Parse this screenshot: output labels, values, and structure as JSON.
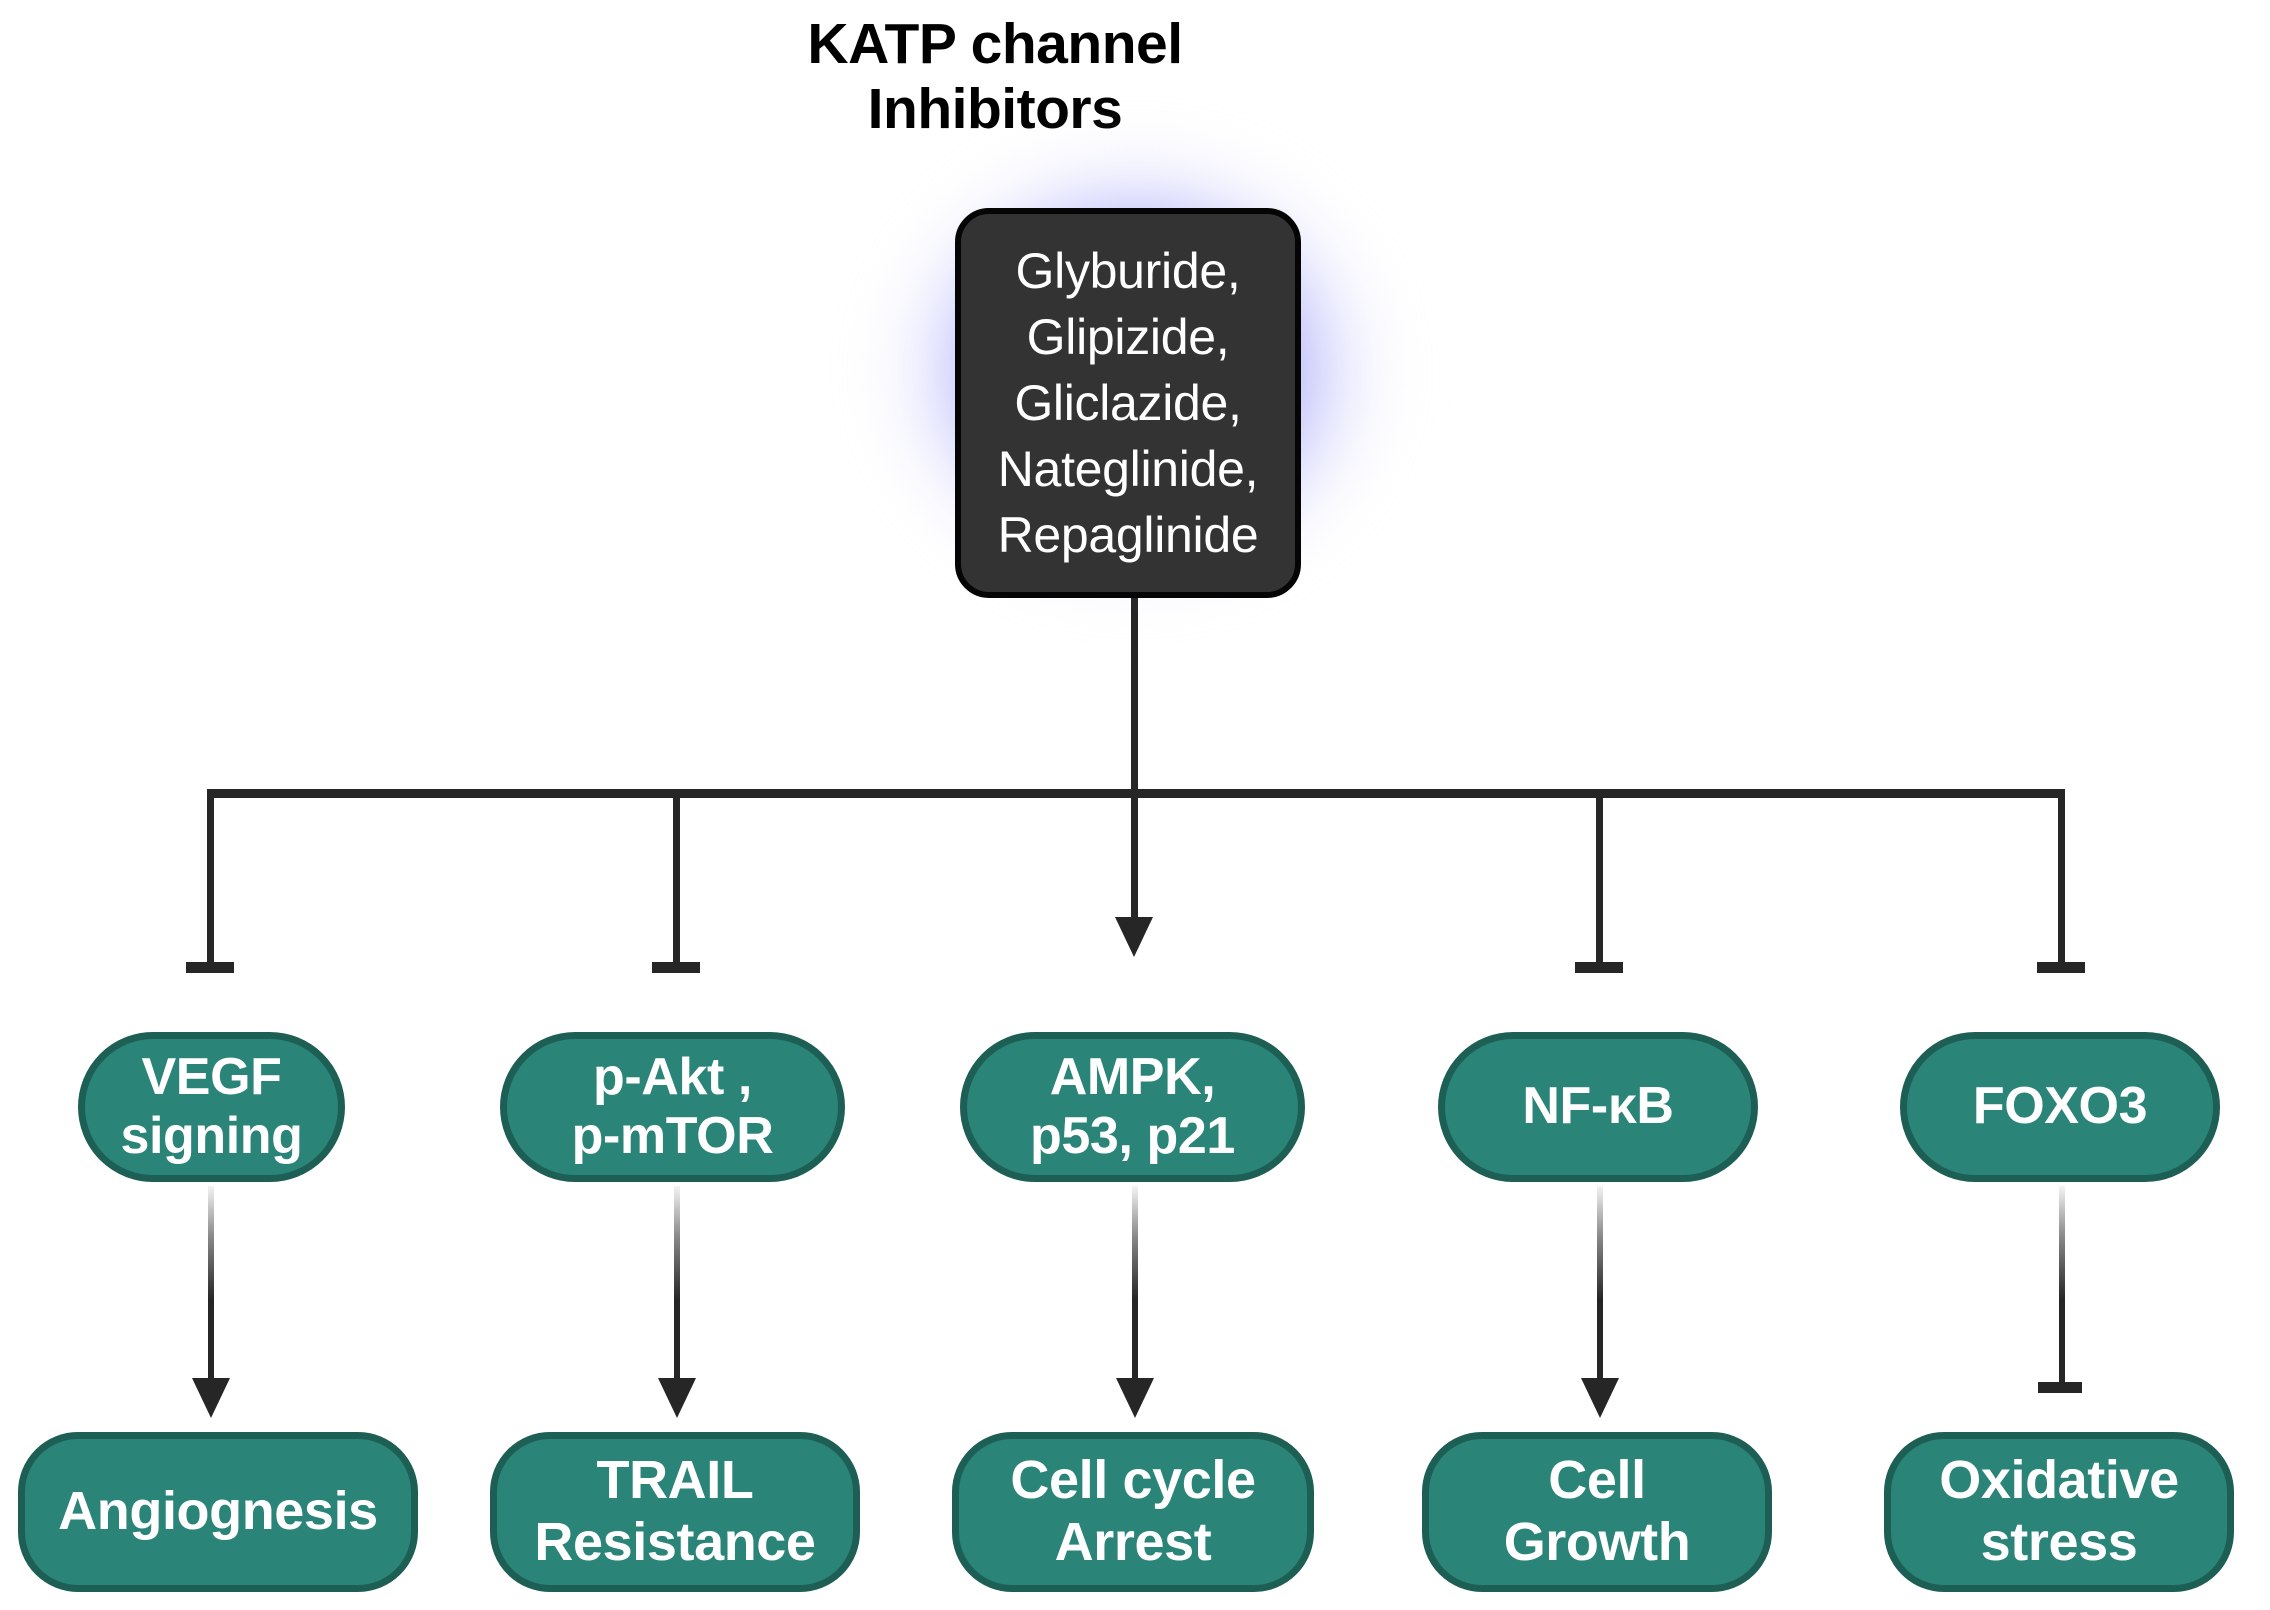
{
  "title": "KATP channel\nInhibitors",
  "colors": {
    "teal_fill": "#2a8478",
    "teal_border": "#1d5f55",
    "drug_fill": "#333333",
    "drug_border": "#050505",
    "glow": "#7a7af6",
    "connector": "#262626",
    "text_light": "#ffffff",
    "text_dark": "#000000",
    "background": "#ffffff"
  },
  "drug_box": {
    "label": "Glyburide,\nGlipizide,\nGliclazide,\nNateglinide,\nRepaglinide",
    "drugs": [
      "Glyburide",
      "Glipizide",
      "Gliclazide",
      "Nateglinide",
      "Repaglinide"
    ]
  },
  "targets": [
    {
      "label": "VEGF\nsigning",
      "edge_from_drug": "inhibition"
    },
    {
      "label": "p-Akt ,\np-mTOR",
      "edge_from_drug": "inhibition"
    },
    {
      "label": "AMPK,\np53, p21",
      "edge_from_drug": "activation"
    },
    {
      "label": "NF-κB",
      "edge_from_drug": "inhibition"
    },
    {
      "label": "FOXO3",
      "edge_from_drug": "inhibition"
    }
  ],
  "outcomes": [
    {
      "label": "Angiognesis",
      "edge_from_target": "activation"
    },
    {
      "label": "TRAIL\nResistance",
      "edge_from_target": "activation"
    },
    {
      "label": "Cell cycle\nArrest",
      "edge_from_target": "activation"
    },
    {
      "label": "Cell\nGrowth",
      "edge_from_target": "activation"
    },
    {
      "label": "Oxidative\nstress",
      "edge_from_target": "inhibition"
    }
  ],
  "edge_legend": {
    "activation": "arrowhead (pointed) — activation / induction",
    "inhibition": "flat T-bar — inhibition / suppression"
  }
}
